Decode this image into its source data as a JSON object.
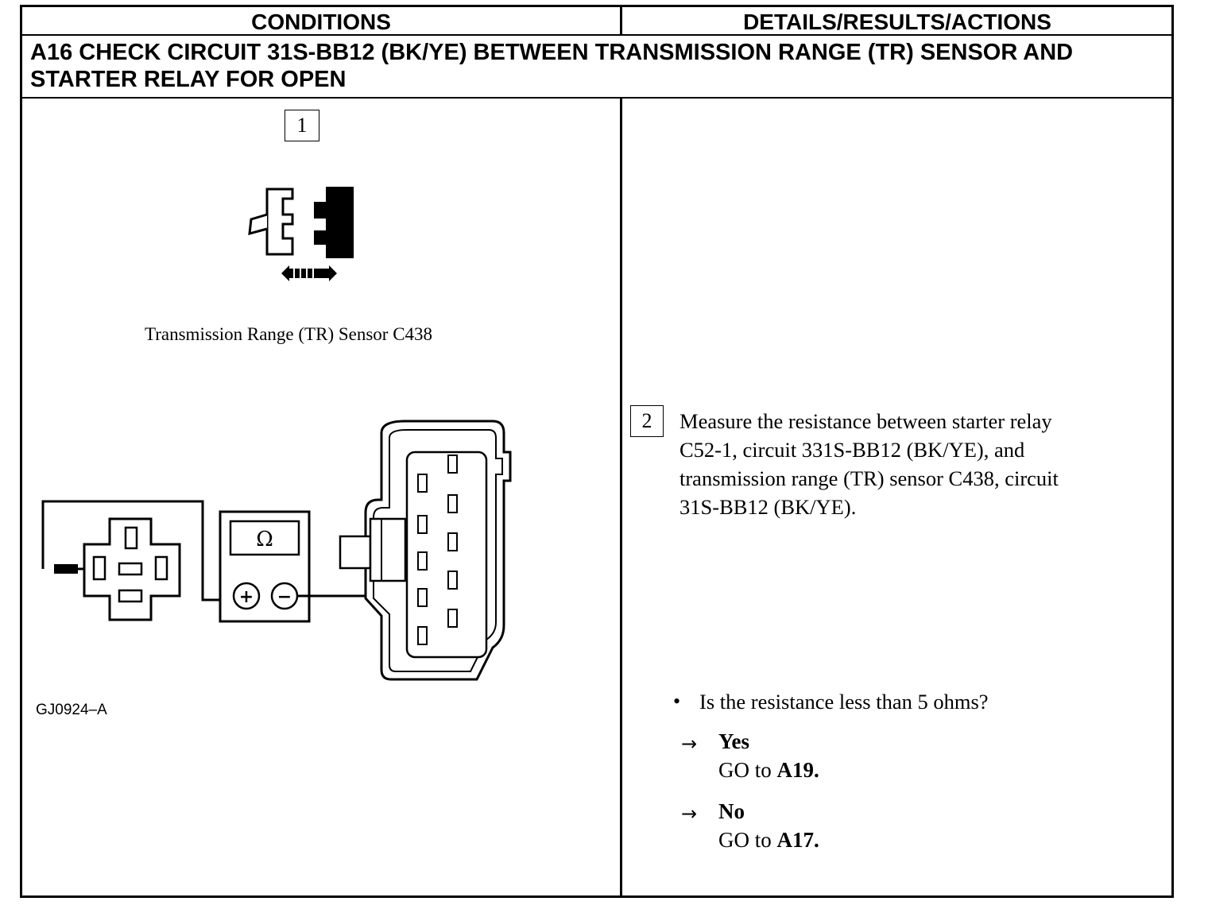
{
  "header": {
    "conditions_label": "CONDITIONS",
    "details_label": "DETAILS/RESULTS/ACTIONS"
  },
  "step": {
    "title_line1": "A16 CHECK CIRCUIT 31S-BB12 (BK/YE) BETWEEN TRANSMISSION RANGE (TR) SENSOR AND",
    "title_line2": "STARTER RELAY FOR OPEN"
  },
  "conditions": {
    "step1_number": "1",
    "connector_caption": "Transmission Range (TR) Sensor C438",
    "ohmmeter_symbol": "Ω",
    "plus_symbol": "+",
    "minus_symbol": "−",
    "figure_id": "GJ0924–A"
  },
  "details": {
    "step2_number": "2",
    "instruction_line1": "Measure the resistance between starter relay",
    "instruction_line2": "C52-1, circuit 331S-BB12 (BK/YE), and",
    "instruction_line3": "transmission range (TR) sensor C438, circuit",
    "instruction_line4": "31S-BB12 (BK/YE).",
    "bullet": "•",
    "question": "Is the resistance less than 5 ohms?",
    "arrow": "→",
    "yes_label": "Yes",
    "yes_goto_prefix": "GO to",
    "yes_goto_target": "A19.",
    "no_label": "No",
    "no_goto_prefix": "GO to",
    "no_goto_target": "A17."
  }
}
